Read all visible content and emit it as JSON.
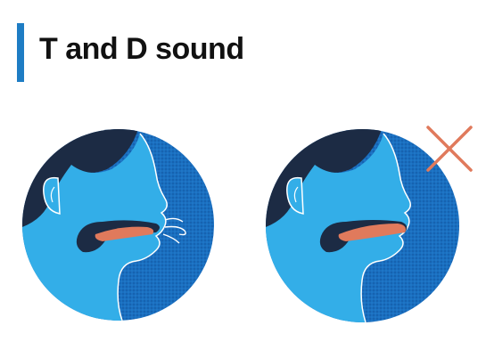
{
  "slide": {
    "title": "T and D sound",
    "accent_color": "#1e7dc4"
  },
  "illustrations": [
    {
      "icon": "head-profile-tongue-behind-teeth-with-airflow",
      "airflow": true
    },
    {
      "icon": "head-profile-tongue-between-teeth",
      "airflow": false
    }
  ],
  "marker": {
    "icon": "cross-icon",
    "color": "#e07a5c"
  }
}
